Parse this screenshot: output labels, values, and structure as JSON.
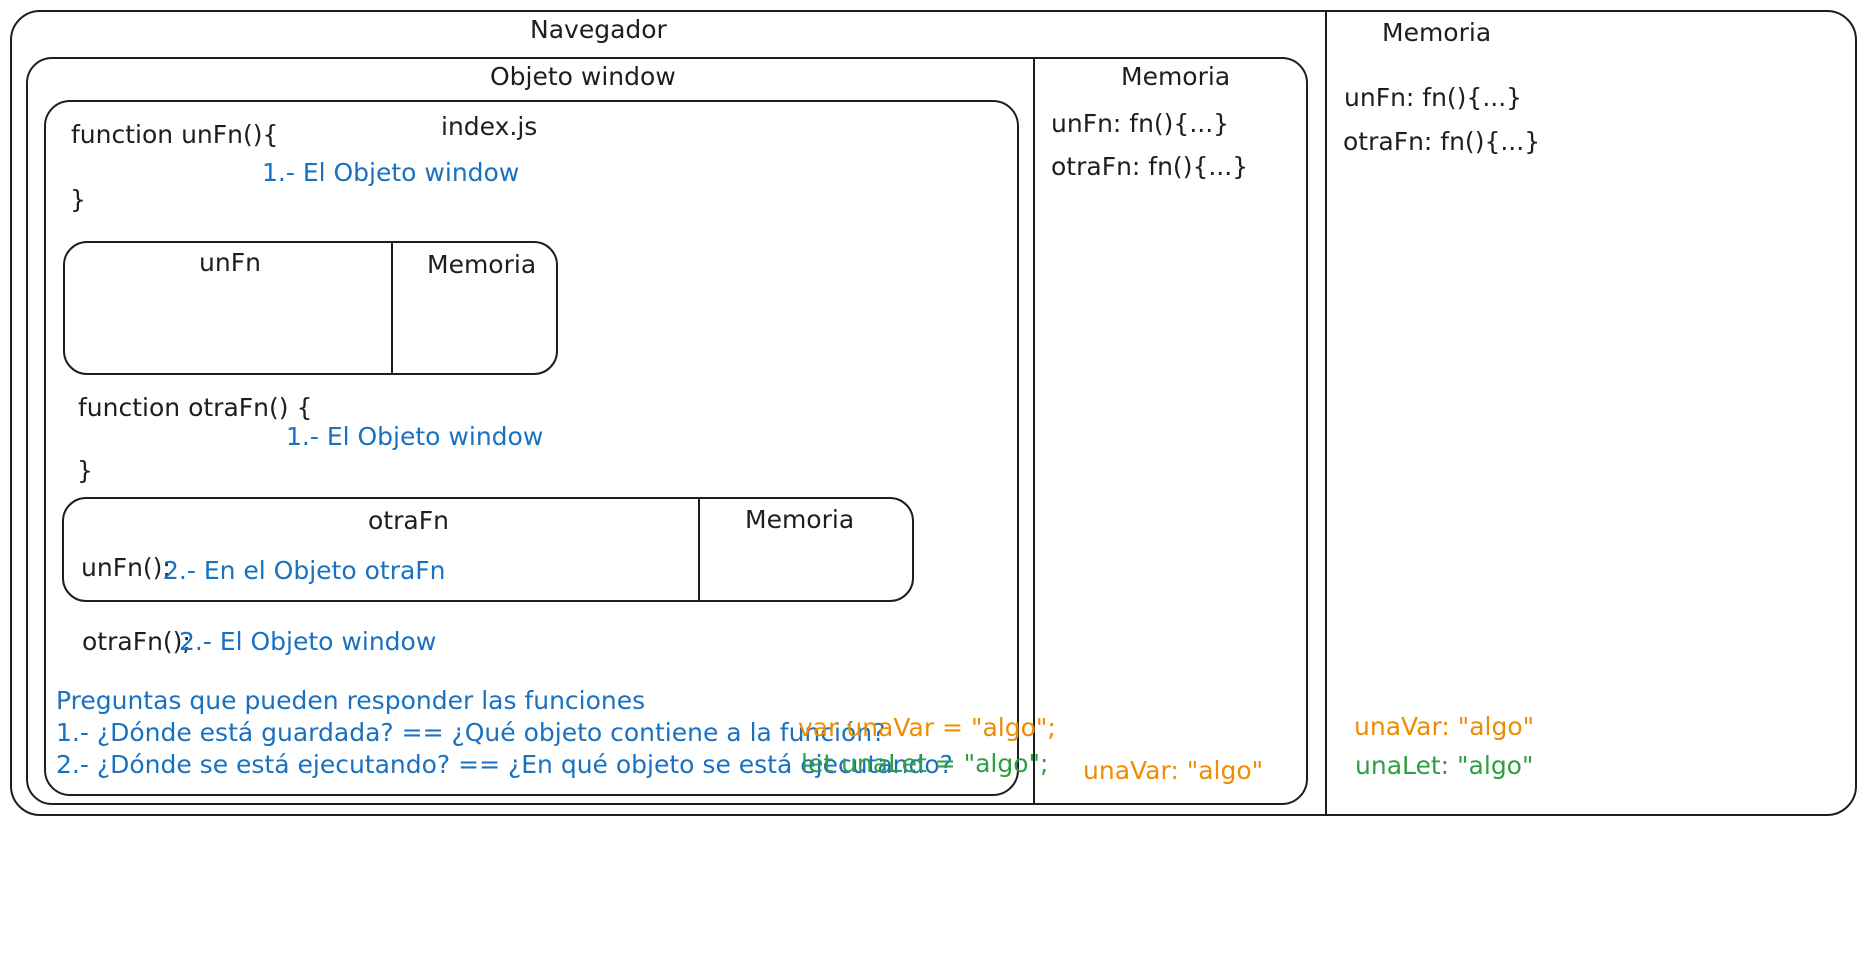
{
  "colors": {
    "ink": "#1e1e1e",
    "blue": "#1971c2",
    "orange": "#f08c00",
    "green": "#2f9e44"
  },
  "browser": {
    "title": "Navegador",
    "memory": {
      "title": "Memoria",
      "entries": [
        "unFn: fn(){...}",
        "otraFn: fn(){...}"
      ],
      "una_var": "unaVar: \"algo\"",
      "una_let": "unaLet: \"algo\""
    }
  },
  "window_object": {
    "title": "Objeto window",
    "memory": {
      "title": "Memoria",
      "entries": [
        "unFn: fn(){...}",
        "otraFn: fn(){...}"
      ],
      "una_var": "unaVar: \"algo\""
    }
  },
  "index_js": {
    "title": "index.js",
    "fn1_open": "function unFn(){",
    "fn1_note": "1.- El Objeto window",
    "fn1_close": "}",
    "unfn_box": {
      "title": "unFn",
      "memory_title": "Memoria"
    },
    "fn2_open": "function otraFn() {",
    "fn2_note": "1.- El Objeto window",
    "fn2_close": "}",
    "otrafn_box": {
      "title": "otraFn",
      "memory_title": "Memoria",
      "call": "unFn();",
      "call_note": "2.- En el Objeto otraFn"
    },
    "call2": "otraFn();",
    "call2_note": "2.- El Objeto window",
    "questions": {
      "heading": "Preguntas que pueden responder las funciones",
      "q1": "1.- ¿Dónde está guardada? == ¿Qué objeto contiene a la función?",
      "q2": "2.- ¿Dónde se está ejecutando? == ¿En qué objeto se está ejecutando?"
    },
    "var_decl": "var unaVar = \"algo\";",
    "let_decl": "let unaLet = \"algo\";"
  }
}
